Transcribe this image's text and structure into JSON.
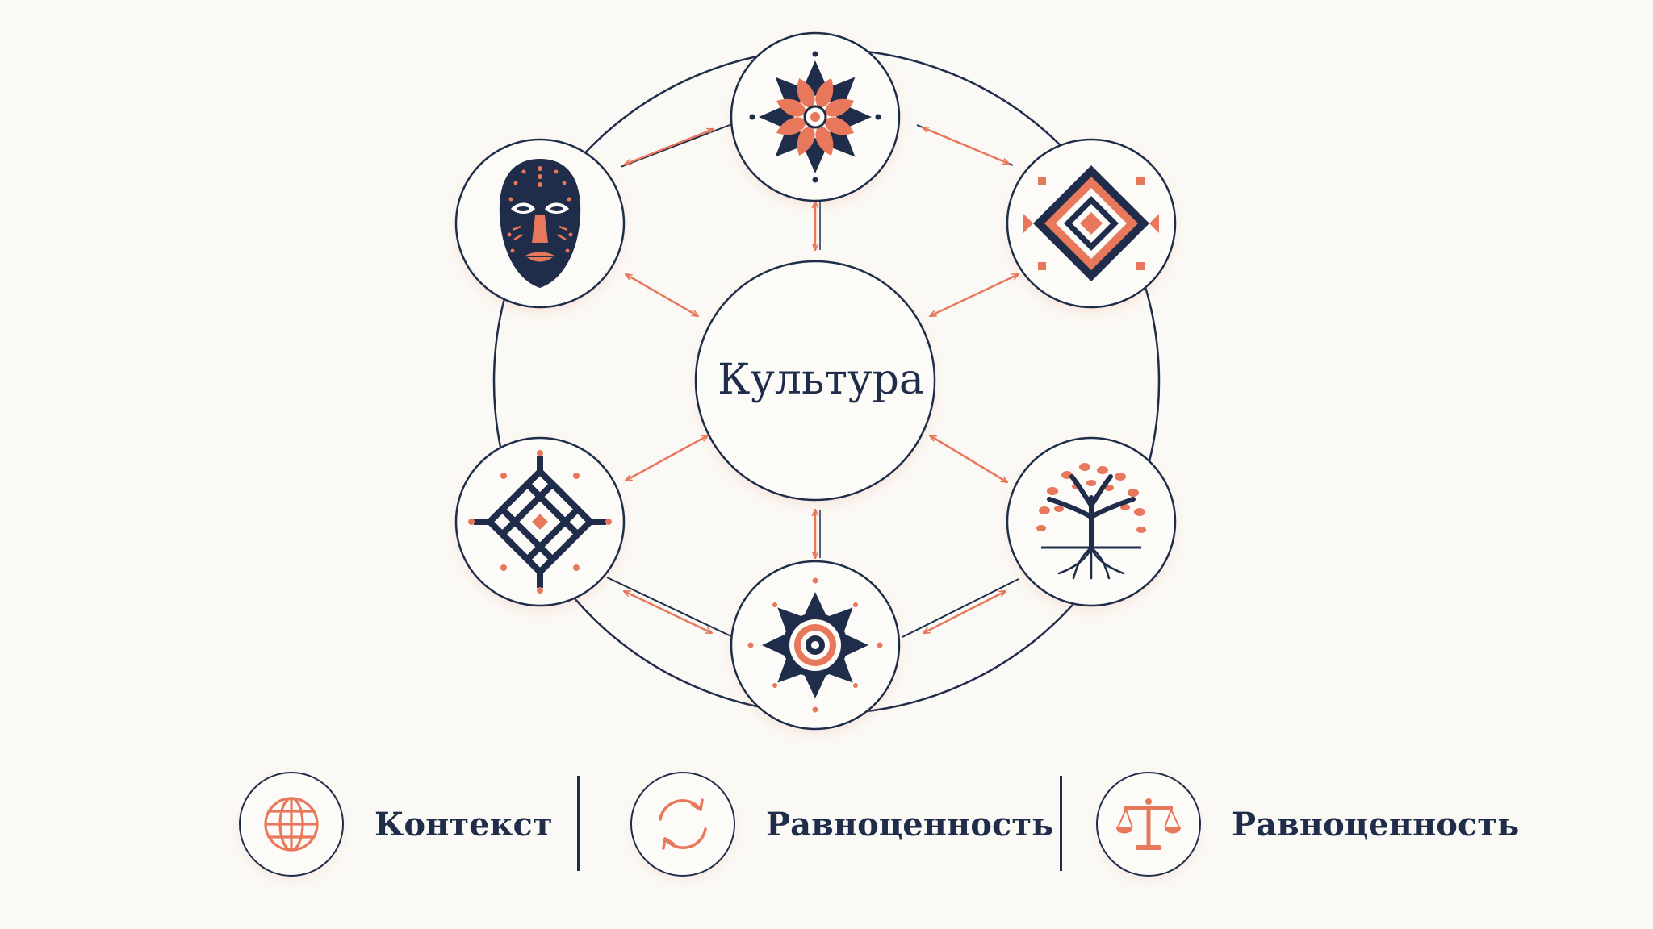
{
  "center": {
    "label": "Культура"
  },
  "nodes": [
    {
      "id": "lotus",
      "icon": "lotus-mandala-icon"
    },
    {
      "id": "kilim",
      "icon": "diamond-kilim-icon"
    },
    {
      "id": "tree",
      "icon": "tree-of-life-icon"
    },
    {
      "id": "star",
      "icon": "sun-star-icon"
    },
    {
      "id": "knot",
      "icon": "endless-knot-icon"
    },
    {
      "id": "mask",
      "icon": "tribal-mask-icon"
    }
  ],
  "legend": [
    {
      "icon": "globe-icon",
      "label": "Контекст"
    },
    {
      "icon": "cycle-arrows-icon",
      "label": "Равноценность"
    },
    {
      "icon": "scales-icon",
      "label": "Равноценность"
    }
  ],
  "colors": {
    "navy": "#1f2d4a",
    "coral": "#e8785c",
    "background": "#fbf9f5"
  }
}
